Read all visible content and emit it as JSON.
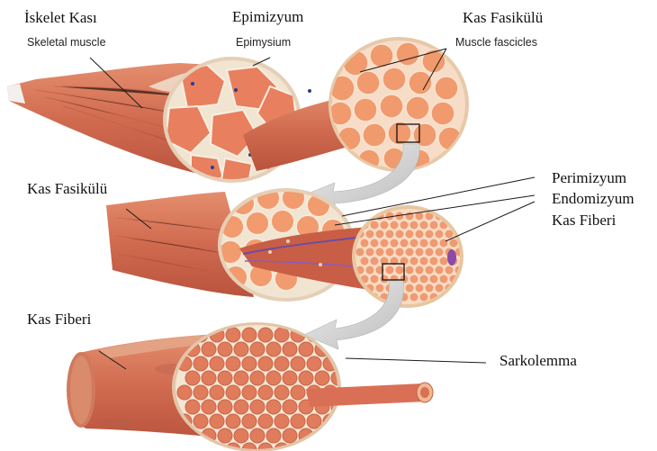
{
  "labels": {
    "iskelet_kasi": "İskelet Kası",
    "skeletal_muscle": "Skeletal muscle",
    "epimizyum": "Epimizyum",
    "epimysium": "Epimysium",
    "kas_fasikulu_top": "Kas Fasikülü",
    "muscle_fascicles": "Muscle fascicles",
    "kas_fasikulu_mid": "Kas Fasikülü",
    "perimizyum": "Perimizyum",
    "endomizyum": "Endomizyum",
    "kas_fiberi_right": "Kas Fiberi",
    "kas_fiberi_left": "Kas Fiberi",
    "sarkolemma": "Sarkolemma"
  },
  "colors": {
    "muscle": "#d9785d",
    "muscle_dark": "#b8543e",
    "muscle_light": "#f2b58f",
    "fascicle_fill": "#f4a679",
    "fascicle_edge": "#e7c9a9",
    "sheath": "#f3e6d3",
    "fiber_fill": "#ef9e75",
    "arrow": "#c9c9c9",
    "line": "#1a1a1a"
  }
}
